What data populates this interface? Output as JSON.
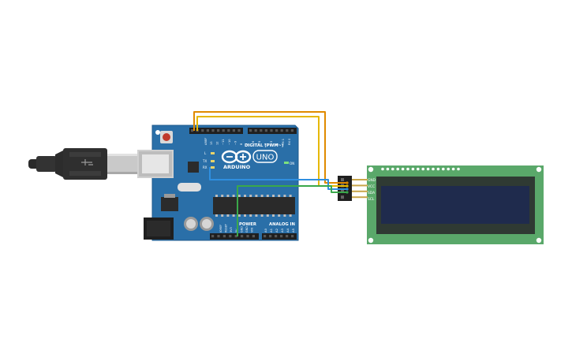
{
  "arduino": {
    "brand": "ARDUINO",
    "model": "UNO",
    "digital_label": "DIGITAL (PWM~)",
    "power_label": "POWER",
    "analog_label": "ANALOG IN",
    "on_label": "ON",
    "led_labels": [
      "L",
      "TX",
      "RX"
    ],
    "aref_label": "AREF",
    "ioref_labels": [
      "IOREF",
      "RESET",
      "3V3",
      "5V",
      "GND",
      "GND",
      "VIN"
    ],
    "analog_pins": [
      "A0",
      "A1",
      "A2",
      "A3",
      "A4",
      "A5"
    ]
  },
  "lcd": {
    "pins": [
      "GND",
      "VCC",
      "SDA",
      "SCL"
    ]
  },
  "colors": {
    "board": "#2a6fa8",
    "lcd_pcb": "#5aa86a",
    "lcd_screen": "#1f2b4d",
    "wire_orange": "#e08a00",
    "wire_yellow": "#e6b800",
    "wire_blue": "#2f8fe0",
    "wire_green": "#3aa84a"
  }
}
